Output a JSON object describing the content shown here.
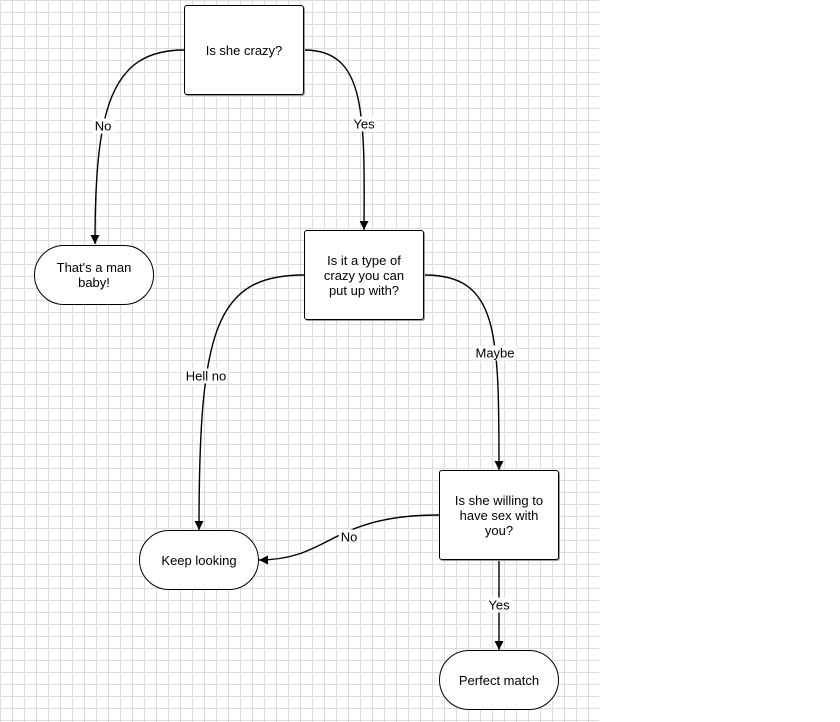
{
  "nodes": {
    "crazy": "Is she crazy?",
    "type": "Is it a type of crazy you can put up with?",
    "man_baby": "That's a man baby!",
    "keep_looking": "Keep looking",
    "sex": "Is she willing to have sex with you?",
    "perfect": "Perfect match"
  },
  "edges": {
    "crazy_no": "No",
    "crazy_yes": "Yes",
    "type_hell_no": "Hell no",
    "type_maybe": "Maybe",
    "sex_no": "No",
    "sex_yes": "Yes"
  },
  "colors": {
    "stroke": "#000000",
    "grid": "#dcdcdc",
    "background": "#ffffff"
  }
}
